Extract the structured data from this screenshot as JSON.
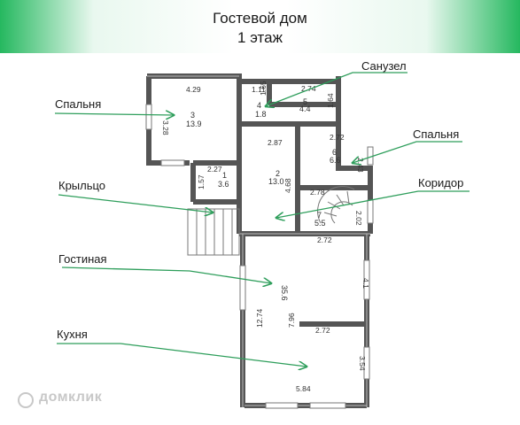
{
  "title": {
    "line1": "Гостевой дом",
    "line2": "1 этаж"
  },
  "labels": {
    "sanuzel": "Санузел",
    "spalnya_left": "Спальня",
    "spalnya_right": "Спальня",
    "krylco": "Крыльцо",
    "koridor": "Коридор",
    "gostinaya": "Гостиная",
    "kuhnya": "Кухня"
  },
  "dims": {
    "d1": "4.29",
    "d2": "1.11",
    "d3": "1.65",
    "d4": "2.74",
    "d5": "3.28",
    "d6": "1.64",
    "d7": "2.87",
    "d8": "2.72",
    "d9": "2.43",
    "d10": "2.27",
    "d11": "1.57",
    "d12": "4.68",
    "d13": "2.78",
    "d14": "2.02",
    "d15": "2.72",
    "d16": "4.1",
    "d17": "12.74",
    "d18": "7.96",
    "d19": "2.72",
    "d20": "3.54",
    "d21": "5.84"
  },
  "rooms": {
    "r3_num": "3",
    "r3_area": "13.9",
    "r4_num": "4",
    "r4_area": "1.8",
    "r5_num": "5",
    "r5_area": "4.4",
    "r6_num": "6",
    "r6_area": "6.6",
    "r2_num": "2",
    "r2_area": "13.0",
    "r1_num": "1",
    "r1_area": "3.6",
    "r7_num": "7",
    "r7_area": "5.5",
    "r8_area": "35.6"
  },
  "watermark": "домклик",
  "colors": {
    "accent": "#25b85f",
    "arrow": "#2e9e5b",
    "wall": "#555555"
  }
}
